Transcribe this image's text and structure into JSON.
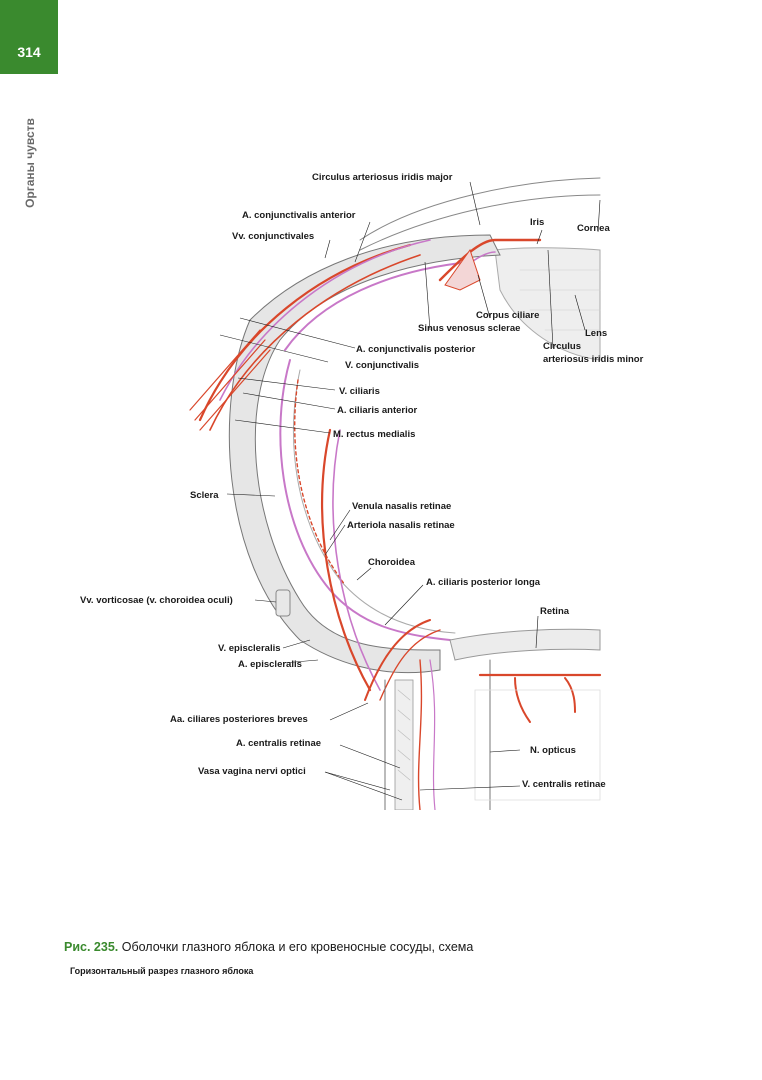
{
  "page": {
    "number": "314",
    "section": "Органы чувств"
  },
  "figure": {
    "labels": {
      "circulus_major": "Circulus arteriosus iridis major",
      "a_conj_anterior": "A. conjunctivalis anterior",
      "vv_conjunctivales": "Vv. conjunctivales",
      "iris": "Iris",
      "cornea": "Cornea",
      "corpus_ciliare": "Corpus ciliare",
      "sinus_venosus": "Sinus venosus sclerae",
      "lens": "Lens",
      "circulus_minor_1": "Circulus",
      "circulus_minor_2": "arteriosus iridis minor",
      "a_conj_posterior": "A. conjunctivalis posterior",
      "v_conjunctivalis": "V. conjunctivalis",
      "v_ciliaris": "V. ciliaris",
      "a_ciliaris_anterior": "A. ciliaris anterior",
      "m_rectus": "M. rectus medialis",
      "sclera": "Sclera",
      "venula_nasalis": "Venula nasalis retinae",
      "arteriola_nasalis": "Arteriola nasalis retinae",
      "choroidea": "Choroidea",
      "a_ciliaris_post_longa": "A. ciliaris posterior longa",
      "vv_vorticosae": "Vv. vorticosae (v. choroidea oculi)",
      "retina": "Retina",
      "v_episcleralis": "V. episcleralis",
      "a_episcleralis": "A. episcleralis",
      "aa_ciliares_breves": "Aa. ciliares posteriores breves",
      "a_centralis_retinae": "A. centralis retinae",
      "n_opticus": "N. opticus",
      "vasa_vagina": "Vasa vagina nervi optici",
      "v_centralis_retinae": "V. centralis retinae"
    }
  },
  "caption": {
    "number": "Рис. 235.",
    "title": "Оболочки глазного яблока и его кровеносные сосуды, схема",
    "subtitle": "Горизонтальный разрез глазного яблока"
  },
  "colors": {
    "accent": "#3a8a2e",
    "artery": "#d9472b",
    "vein": "#c878c8",
    "tissue": "#e6e6e6"
  }
}
